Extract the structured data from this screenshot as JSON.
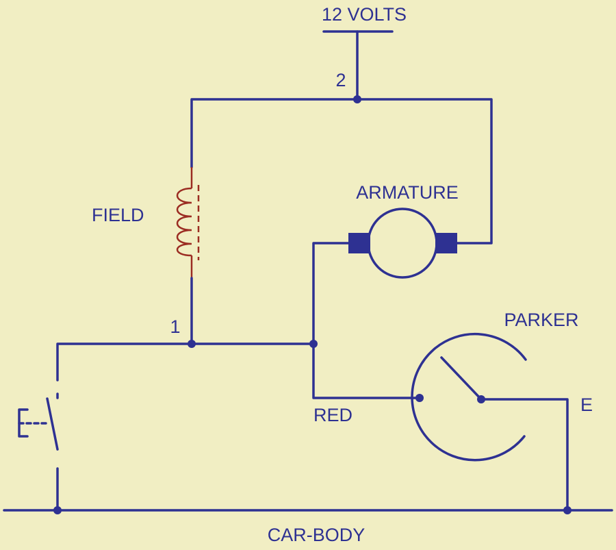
{
  "labels": {
    "supply": "12 VOLTS",
    "node_2": "2",
    "field": "FIELD",
    "armature": "ARMATURE",
    "node_1": "1",
    "parker": "PARKER",
    "red": "RED",
    "earth": "E",
    "car_body": "CAR-BODY"
  },
  "colors": {
    "background": "#f1eec3",
    "wire": "#2e3192",
    "coil": "#9b2c22"
  }
}
